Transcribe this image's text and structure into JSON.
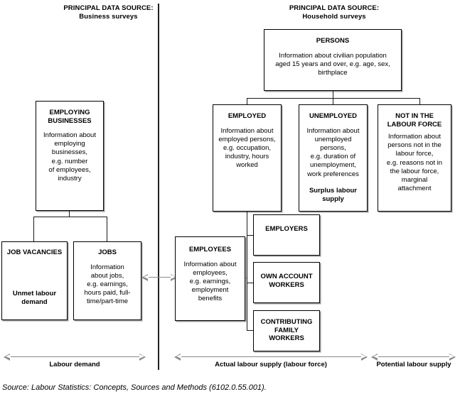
{
  "headers": {
    "left": {
      "line1": "PRINCIPAL DATA SOURCE:",
      "line2": "Business surveys"
    },
    "right": {
      "line1": "PRINCIPAL DATA SOURCE:",
      "line2": "Household surveys"
    }
  },
  "boxes": {
    "persons": {
      "title": "PERSONS",
      "body": "Information about civilian population\naged 15 years and over, e.g. age, sex,\nbirthplace"
    },
    "employing_businesses": {
      "title": "EMPLOYING\nBUSINESSES",
      "body": "Information about\nemploying\nbusinesses,\ne.g. number\nof employees,\nindustry"
    },
    "employed": {
      "title": "EMPLOYED",
      "body": "Information about\nemployed persons,\ne.g. occupation,\nindustry, hours\nworked"
    },
    "unemployed": {
      "title": "UNEMPLOYED",
      "body": "Information about\nunemployed\npersons,\ne.g. duration of\nunemployment,\nwork preferences",
      "emphasis": "Surplus labour\nsupply"
    },
    "not_in_labour_force": {
      "title": "NOT IN THE\nLABOUR FORCE",
      "body": "Information about\npersons not in the\nlabour force,\ne.g. reasons not in\nthe labour force,\nmarginal\nattachment"
    },
    "job_vacancies": {
      "title": "JOB VACANCIES",
      "emphasis": "Unmet labour\ndemand"
    },
    "jobs": {
      "title": "JOBS",
      "body": "Information\nabout jobs,\ne.g. earnings,\nhours paid, full-\ntime/part-time"
    },
    "employees": {
      "title": "EMPLOYEES",
      "body": "Information about\nemployees,\ne.g. earnings,\nemployment\nbenefits"
    },
    "employers": {
      "title": "EMPLOYERS"
    },
    "own_account_workers": {
      "title": "OWN ACCOUNT\nWORKERS"
    },
    "contributing_family_workers": {
      "title": "CONTRIBUTING\nFAMILY\nWORKERS"
    }
  },
  "measures": {
    "labour_demand": "Labour demand",
    "actual_labour_supply": "Actual labour supply (labour force)",
    "potential_labour_supply": "Potential labour supply"
  },
  "source": "Source: Labour Statistics: Concepts, Sources and Methods (6102.0.55.001).",
  "colors": {
    "line": "#1a1a1a",
    "shadow": "#9a9a9a",
    "measure_arrow": "#8a8a8a",
    "divider": "#231f20",
    "background": "#ffffff"
  }
}
